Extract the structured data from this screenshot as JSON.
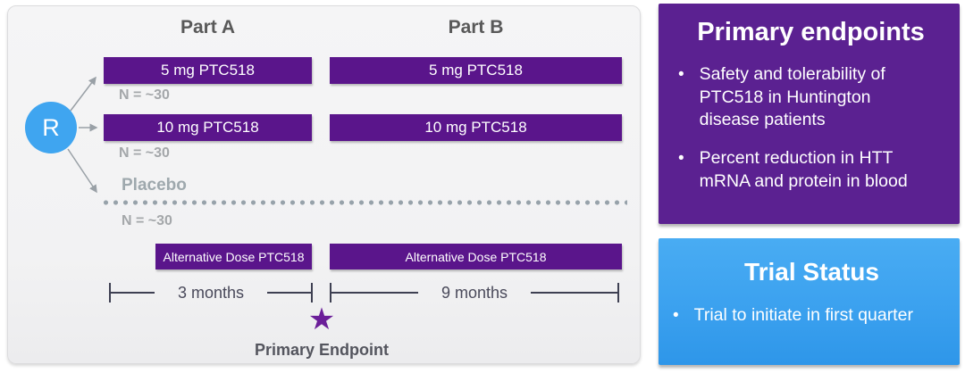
{
  "colors": {
    "bar_purple": "#5a158b",
    "panel_purple": "#5b2191",
    "randomization_blue": "#3fa5f0",
    "status_blue_top": "#49acf3",
    "status_blue_bottom": "#2e96e9",
    "panel_gray_bg": "#f2f2f3",
    "muted_gray_text": "#9ea8ad",
    "timeline_dark": "#3e4052",
    "star_purple": "#6b1e99"
  },
  "diagram": {
    "part_a_header": "Part A",
    "part_b_header": "Part B",
    "randomization_label": "R",
    "arm1_part_a": "5 mg PTC518",
    "arm1_part_b": "5 mg PTC518",
    "arm1_n": "N = ~30",
    "arm2_part_a": "10 mg PTC518",
    "arm2_part_b": "10 mg PTC518",
    "arm2_n": "N = ~30",
    "placebo_label": "Placebo",
    "placebo_n": "N = ~30",
    "alt_dose_part_a": "Alternative Dose PTC518",
    "alt_dose_part_b": "Alternative Dose PTC518",
    "timeline_part_a": "3 months",
    "timeline_part_b": "9 months",
    "star_glyph": "★",
    "primary_endpoint_label": "Primary Endpoint"
  },
  "primary_endpoints_panel": {
    "title": "Primary endpoints",
    "bullet_glyph": "•",
    "bullets": [
      "Safety and tolerability of PTC518 in Huntington disease patients",
      "Percent reduction in HTT mRNA and protein in blood"
    ]
  },
  "trial_status_panel": {
    "title": "Trial Status",
    "bullet_glyph": "•",
    "bullets": [
      "Trial to initiate in first quarter"
    ]
  }
}
